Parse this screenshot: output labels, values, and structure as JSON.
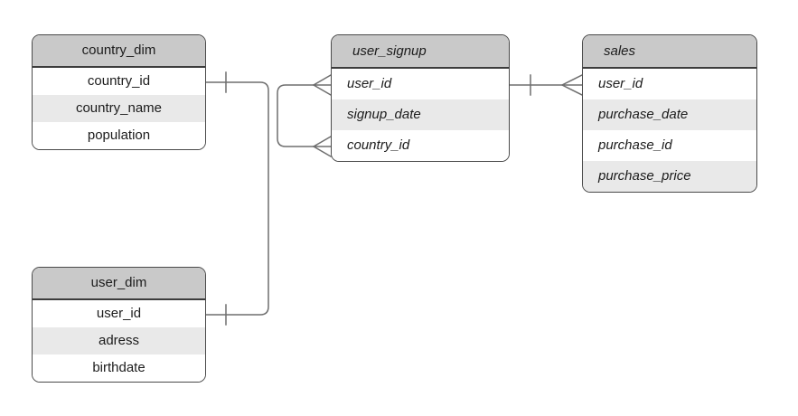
{
  "diagram": {
    "type": "entity-relationship-diagram",
    "background": "#ffffff",
    "colors": {
      "header_fill": "#c9c9c9",
      "row_fill": "#ffffff",
      "alt_row_fill": "#e9e9e9",
      "table_border": "#4a4a4a",
      "connector_line": "#6e6e6e",
      "text": "#1c1c1c"
    },
    "tables": [
      {
        "title": "country_dim",
        "text_style": "regular-centered",
        "fields": [
          "country_id",
          "country_name",
          "population"
        ]
      },
      {
        "title": "user_signup",
        "text_style": "italic-left",
        "fields": [
          "user_id",
          "signup_date",
          "country_id"
        ]
      },
      {
        "title": "sales",
        "text_style": "italic-left",
        "fields": [
          "user_id",
          "purchase_date",
          "purchase_id",
          "purchase_price"
        ]
      },
      {
        "title": "user_dim",
        "text_style": "regular-centered",
        "fields": [
          "user_id",
          "adress",
          "birthdate"
        ]
      }
    ],
    "relationships": [
      {
        "from_table": "country_dim",
        "from_field": "country_id",
        "from_cardinality": "one",
        "to_table": "user_signup",
        "to_field": "country_id",
        "to_cardinality": "many",
        "notation": "crow-foot"
      },
      {
        "from_table": "user_dim",
        "from_field": "user_id",
        "from_cardinality": "one",
        "to_table": "user_signup",
        "to_field": "user_id",
        "to_cardinality": "many",
        "notation": "crow-foot"
      },
      {
        "from_table": "user_signup",
        "from_field": "user_id",
        "from_cardinality": "one",
        "to_table": "sales",
        "to_field": "user_id",
        "to_cardinality": "many",
        "notation": "crow-foot"
      }
    ]
  }
}
